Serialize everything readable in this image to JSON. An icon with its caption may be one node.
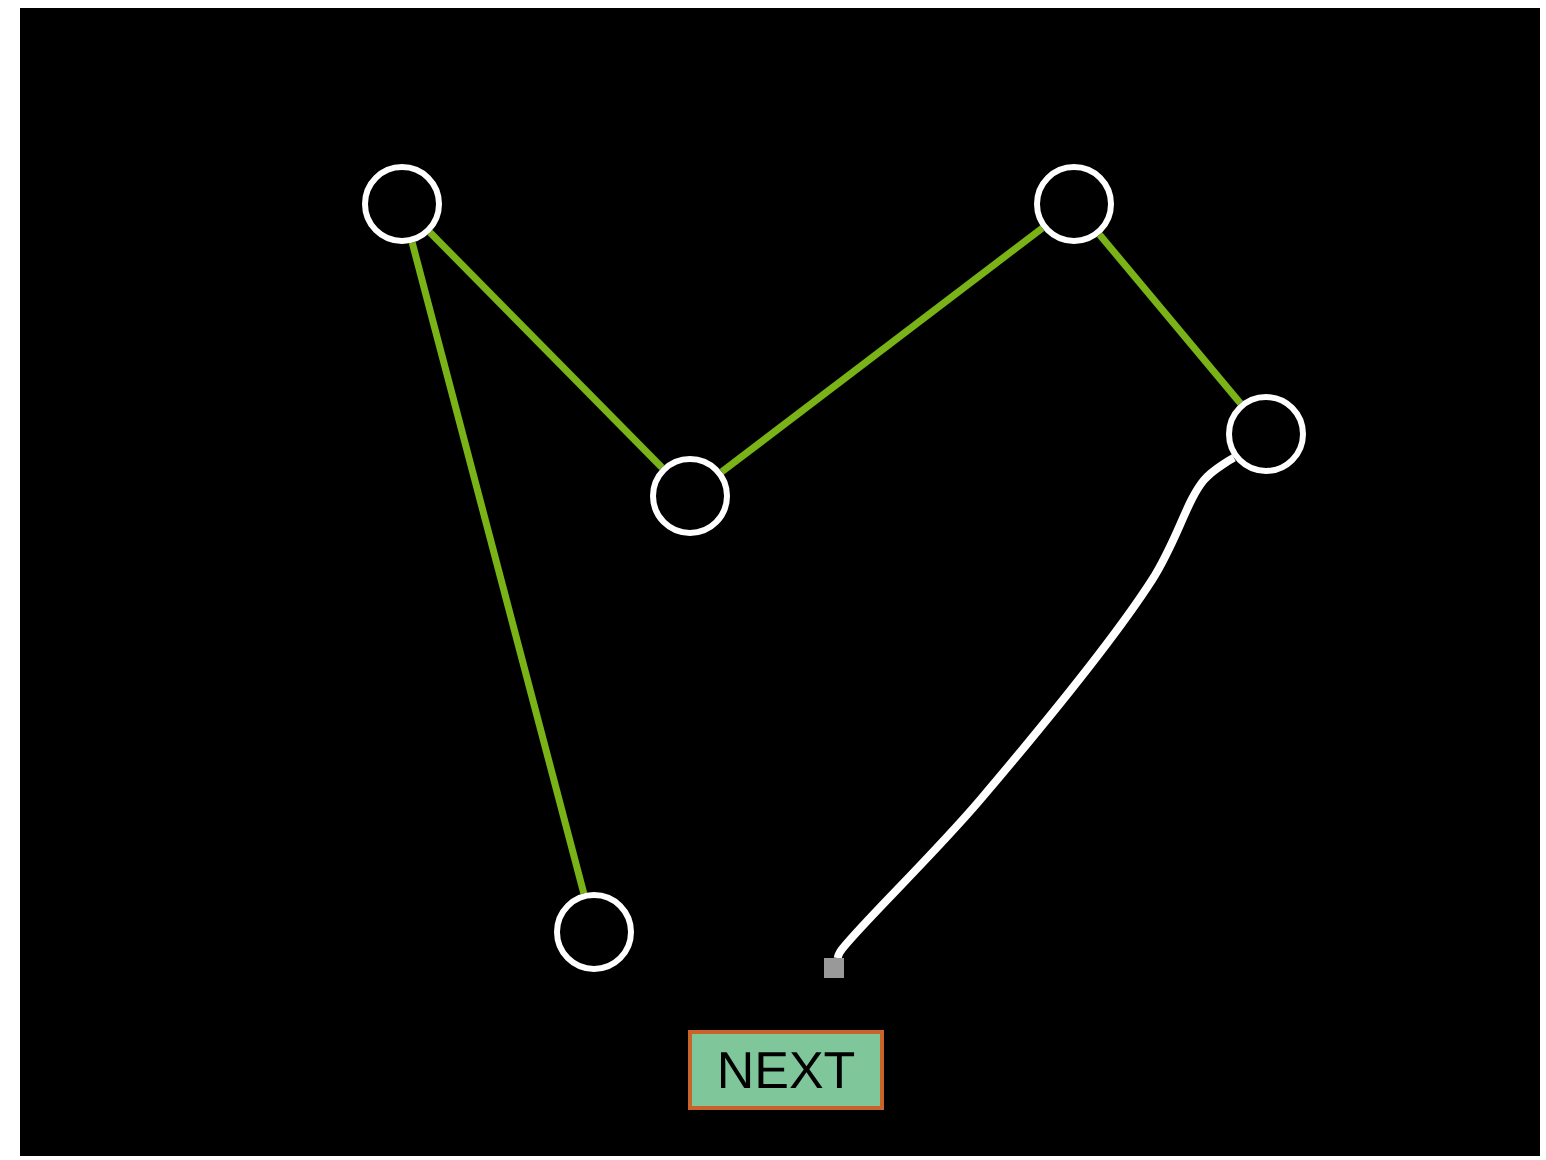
{
  "diagram": {
    "nodes": [
      {
        "text": [],
        "shape": "circle"
      },
      {
        "text": [],
        "shape": "circle"
      },
      {
        "text": [],
        "shape": "circle"
      },
      {
        "text": [],
        "shape": "circle"
      },
      {
        "text": [],
        "shape": "circle"
      },
      {
        "text": [],
        "shape": "box"
      },
      {
        "text": [
          "NEXT"
        ]
      }
    ],
    "edges": [
      {
        "from": 4,
        "to": 0,
        "arrow": "none"
      },
      {
        "from": 0,
        "to": 3,
        "arrow": "none"
      },
      {
        "from": 3,
        "to": 1,
        "arrow": "none"
      },
      {
        "from": 1,
        "to": 2,
        "arrow": "none"
      },
      {
        "from": 2,
        "to": 5,
        "arrow": "none",
        "color": "#ffffff"
      }
    ]
  }
}
